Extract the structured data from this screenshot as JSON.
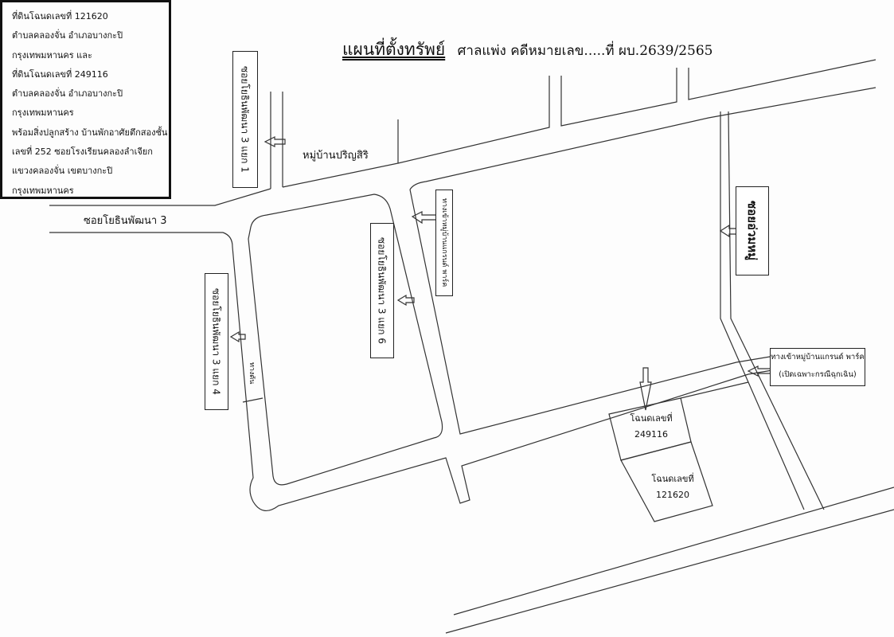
{
  "title": {
    "main": "แผนที่ตั้งทรัพย์",
    "sub": "ศาลแพ่ง คดีหมายเลข.....ที่ ผบ.2639/2565"
  },
  "labels": {
    "main_road": "ซอยโยธินพัฒนา 3",
    "village": "หมู่บ้านปริญสิริ",
    "soi_1": "ซอยโยธินพัฒนา 3 แยก 1",
    "soi_4": "ซอยโยธินพัฒนา 3 แยก 4",
    "soi_6": "ซอยโยธินพัฒนา 3 แยก 6",
    "dead_end": "ทางตัน",
    "grand_park_entrance": "ทางเข้าหมู่บ้านแกรนด์ พาร์ค",
    "right_soi": "ซอยอ่วมหมู่",
    "emergency_entrance_line1": "ทางเข้าหมู่บ้านแกรนด์ พาร์ค",
    "emergency_entrance_line2": "(เปิดเฉพาะกรณีฉุกเฉิน)"
  },
  "info_box": {
    "lines": [
      "ที่ดินโฉนดเลขที่ 121620",
      "ตำบลคลองจั่น อำเภอบางกะปิ",
      "กรุงเทพมหานคร และ",
      "ที่ดินโฉนดเลขที่ 249116",
      "ตำบลคลองจั่น อำเภอบางกะปิ",
      "กรุงเทพมหานคร",
      "พร้อมสิ่งปลูกสร้าง บ้านพักอาศัยตึกสองชั้น",
      "เลขที่ 252 ซอยโรงเรียนคลองลำเจียก",
      "แขวงคลองจั่น เขตบางกะปิ",
      "กรุงเทพมหานคร"
    ]
  },
  "plots": [
    {
      "label": "โฉนดเลขที่",
      "number": "249116"
    },
    {
      "label": "โฉนดเลขที่",
      "number": "121620"
    }
  ]
}
